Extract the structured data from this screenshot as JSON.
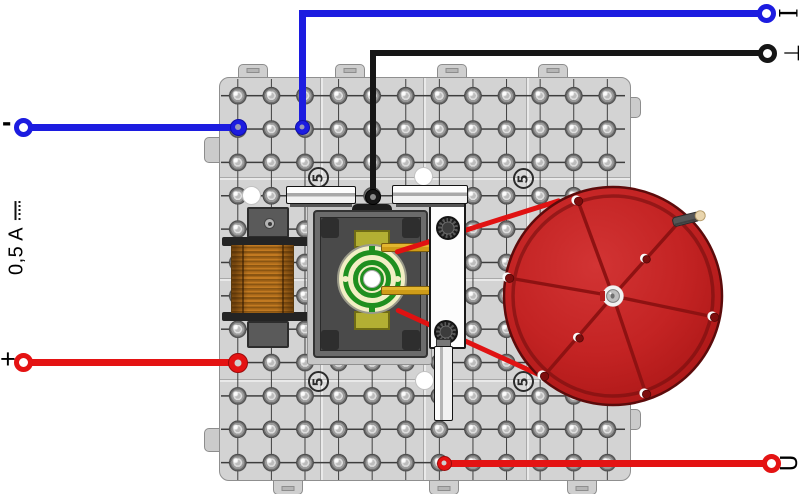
{
  "power_supply": {
    "minus": "-",
    "plus": "+",
    "current": "0,5 A",
    "dc_symbol_icon": "dc-symbol-solid-over-dashed"
  },
  "instrument_terminals": {
    "blue_label": "I",
    "black_label": "⊥",
    "red_label": "U"
  },
  "board": {
    "logo_digit": "5"
  },
  "icons": {
    "brand_logo": "circled-digit-logo",
    "flywheel": "red-flywheel-pulley-disc",
    "belt": "red-drive-belt",
    "coil": "copper-field-coil",
    "commutator": "green-commutator-rings"
  },
  "colors": {
    "wire_blue": "#1c1ce0",
    "wire_red": "#e41313",
    "wire_black": "#161616",
    "board_gray": "#d3d3d3",
    "disc_red": "#c32323",
    "coil_copper": "#b0701e",
    "brush_gold": "#d4a01c",
    "commutator_green": "#1f8f1f",
    "belt_red": "#e01212"
  }
}
